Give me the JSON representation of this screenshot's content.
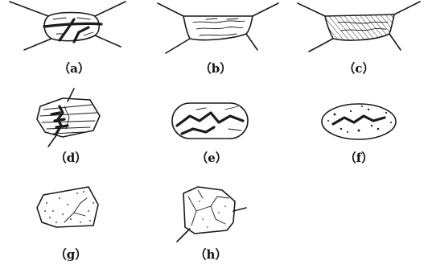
{
  "panels": [
    {
      "id": "a",
      "label": "（a）"
    },
    {
      "id": "b",
      "label": "（b）"
    },
    {
      "id": "c",
      "label": "（c）"
    },
    {
      "id": "d",
      "label": "（d）"
    },
    {
      "id": "e",
      "label": "（e）"
    },
    {
      "id": "f",
      "label": "（f）"
    },
    {
      "id": "g",
      "label": "（g）"
    },
    {
      "id": "h",
      "label": "（h）"
    }
  ]
}
